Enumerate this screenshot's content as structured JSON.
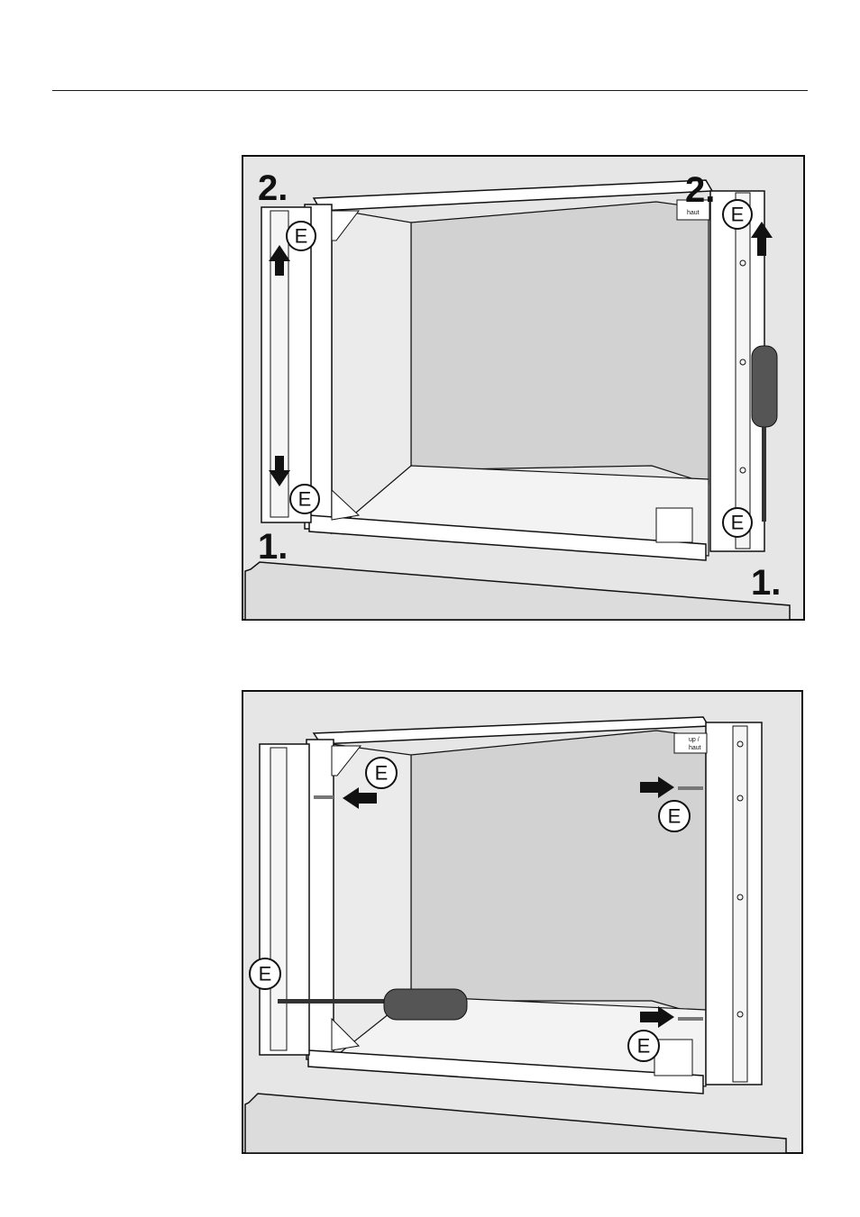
{
  "figure_top": {
    "step_top_left": "2.",
    "step_top_right": "2.",
    "step_bottom_left": "1.",
    "step_bottom_right": "1.",
    "marker": "E",
    "sticker_text": "haut"
  },
  "figure_bottom": {
    "marker": "E",
    "sticker_line1": "up /",
    "sticker_line2": "haut"
  }
}
